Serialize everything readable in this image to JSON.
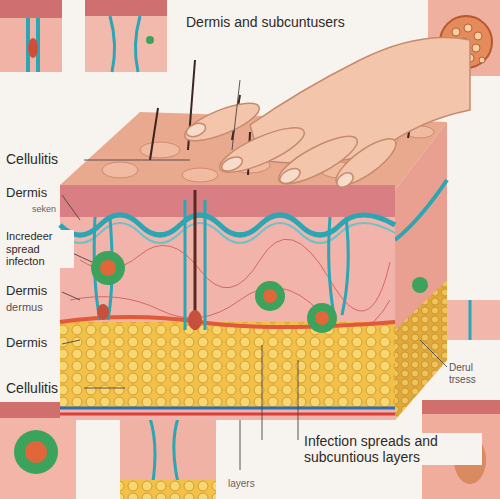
{
  "diagram": {
    "title": "Dermis and subcuntusers",
    "labels": [
      "Cellulitis",
      "Dermis",
      "seken",
      "Incredeer spread infecton",
      "Dermis",
      "dermus",
      "Dermis",
      "Cellulitis",
      "Derul trsess",
      "Infection spreads and subcuntious layers",
      "layers"
    ]
  }
}
